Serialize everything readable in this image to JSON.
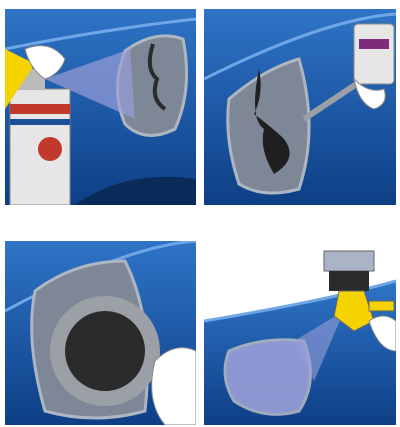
{
  "panels": [
    {
      "name": "step-1-spray-cleaner"
    },
    {
      "name": "step-2-apply-filler"
    },
    {
      "name": "step-3-sand-pad"
    },
    {
      "name": "step-4-spray-paint"
    }
  ],
  "colors": {
    "hull_dark_blue": "#0d3f86",
    "hull_light_blue": "#2f74c6",
    "repair_patch_grey": "#7d8796",
    "filler_black": "#1f1f1f",
    "spray_yellow": "#f4d300",
    "tool_grey": "#9aa0a6",
    "glove_white": "#ffffff",
    "spray_mist": "#9a9ed8"
  },
  "icons": [
    "spray-can-icon",
    "applicator-gun-icon",
    "sanding-pad-icon",
    "spray-gun-icon",
    "hand-icon"
  ]
}
